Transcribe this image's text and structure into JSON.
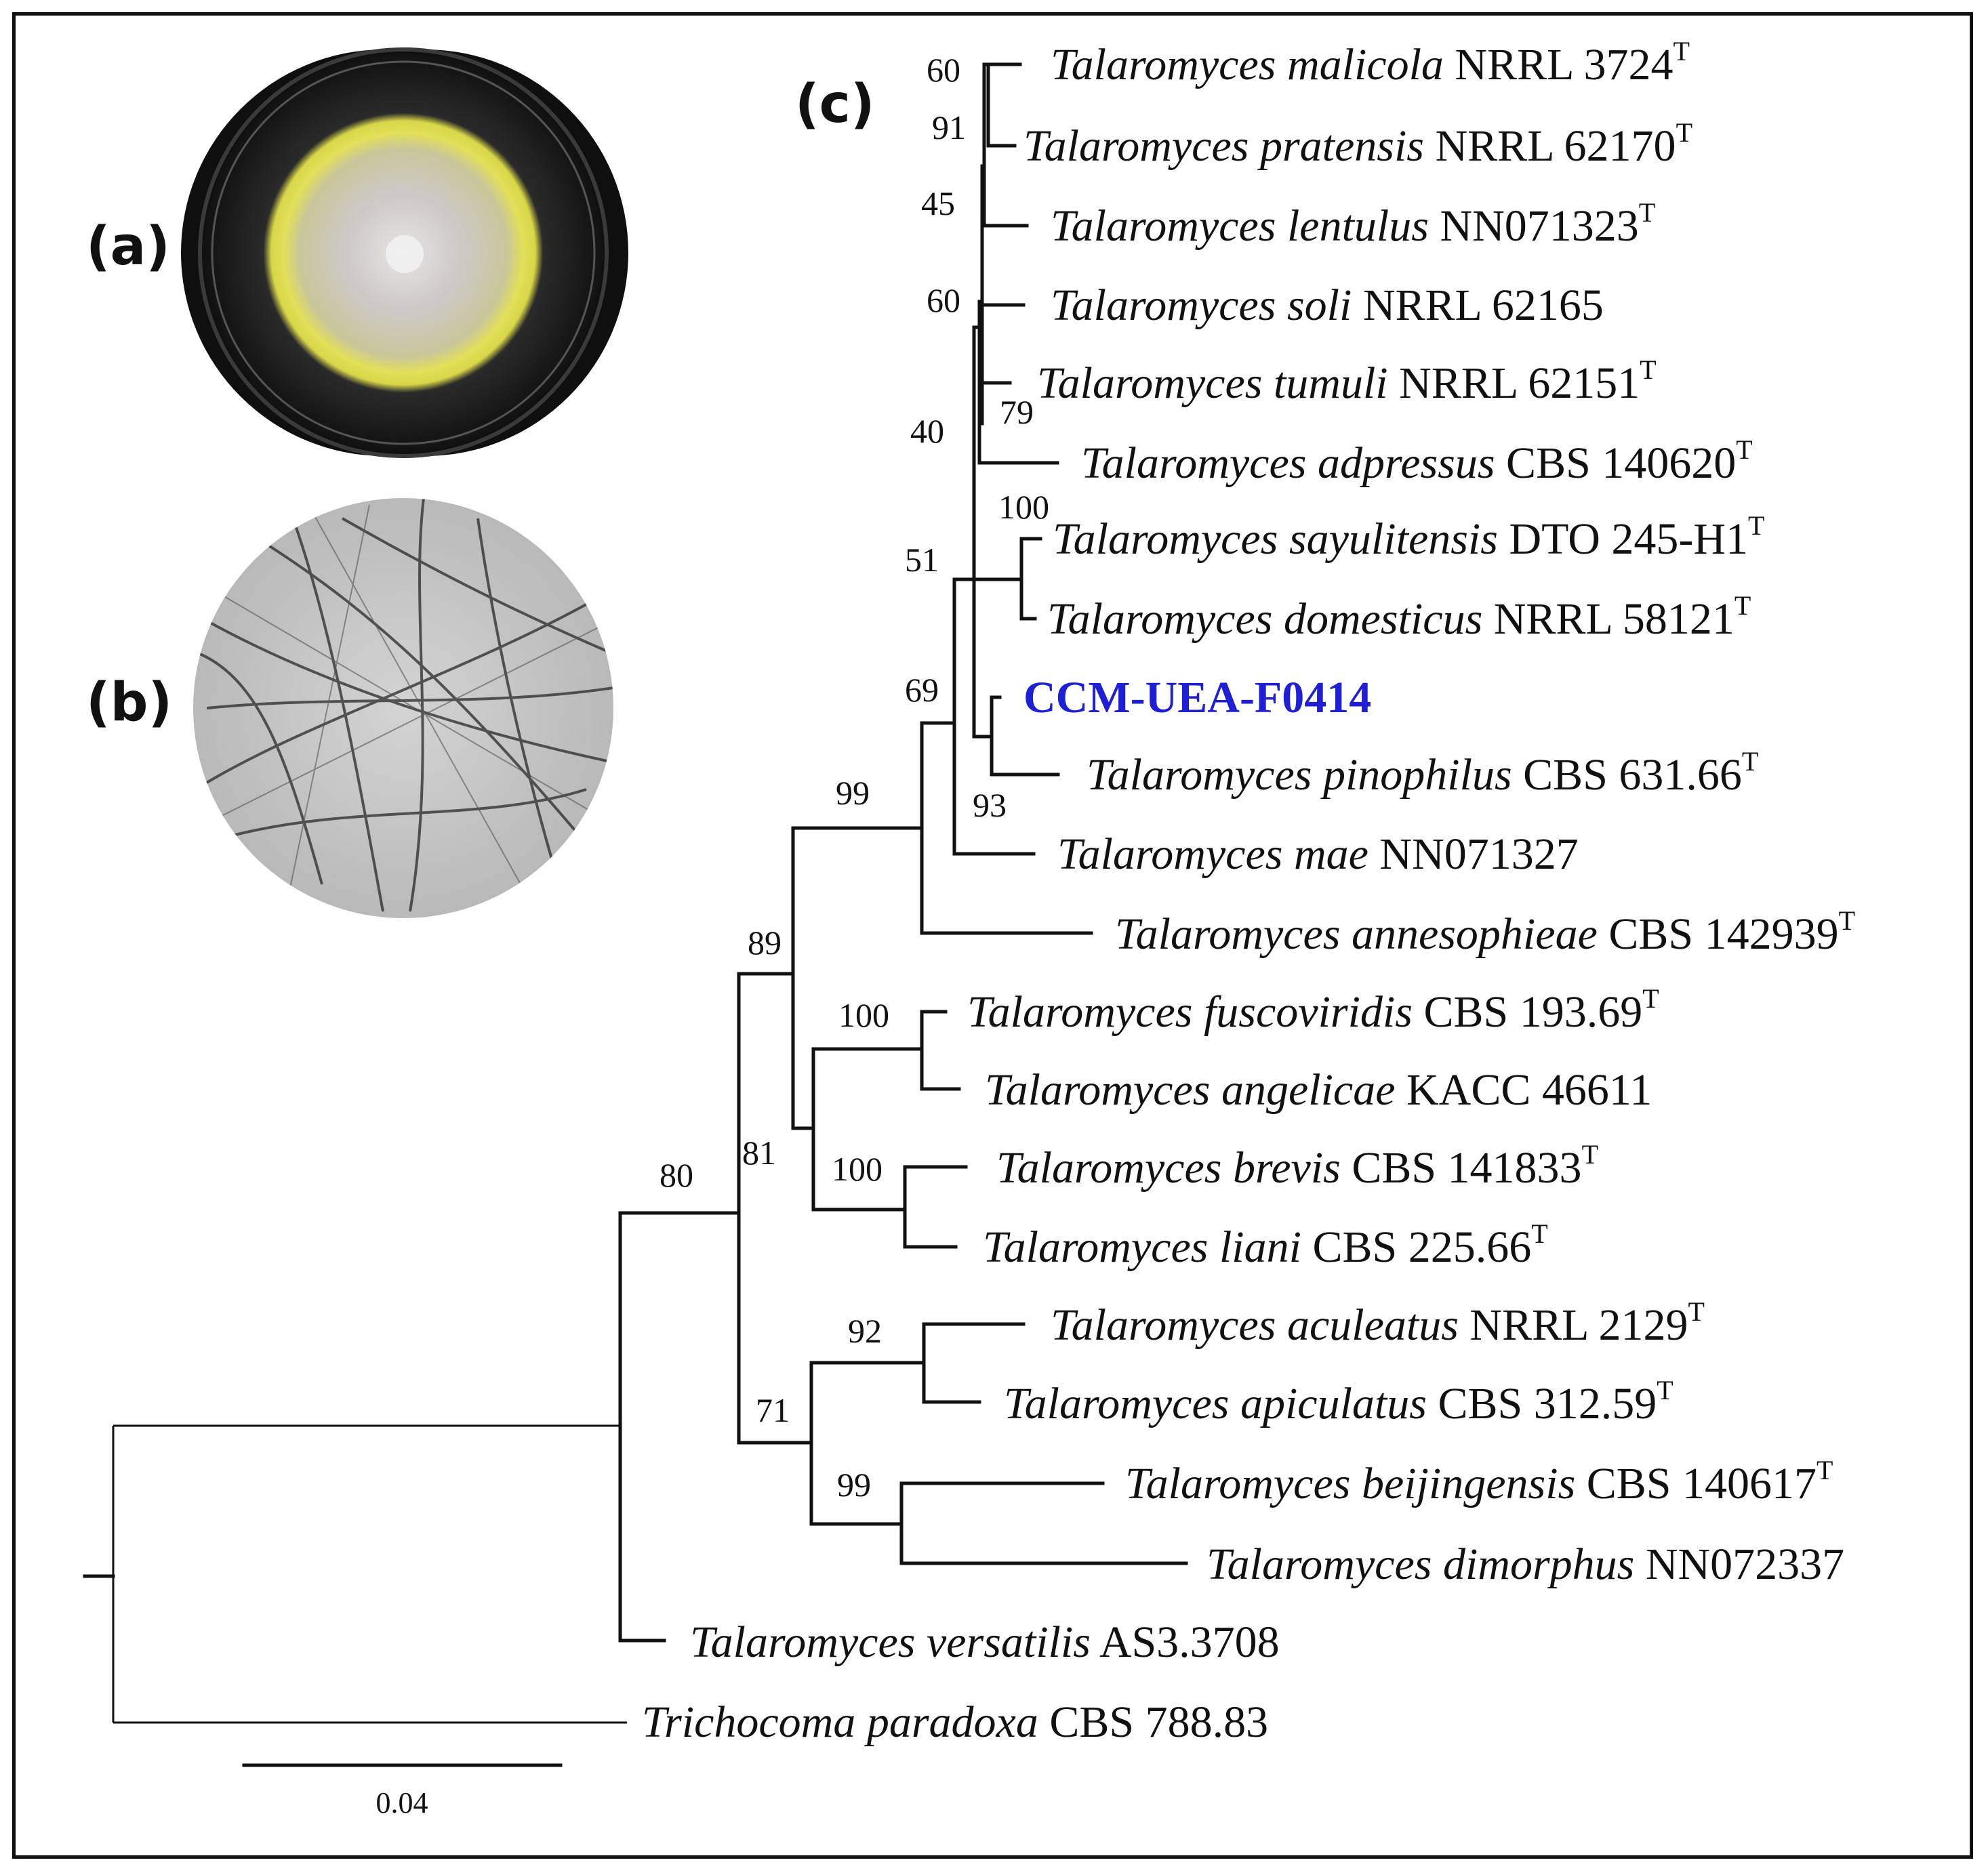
{
  "panels": {
    "a": "(a)",
    "b": "(b)",
    "c": "(c)"
  },
  "scale_bar": {
    "label": "0.04"
  },
  "highlight_color": "#1f1fd6",
  "taxa": [
    {
      "genus": "Talaromyces",
      "species": "malicola",
      "strain": "NRRL 3724",
      "type": "T"
    },
    {
      "genus": "Talaromyces",
      "species": "pratensis",
      "strain": "NRRL 62170",
      "type": "T"
    },
    {
      "genus": "Talaromyces",
      "species": "lentulus",
      "strain": "NN071323",
      "type": "T"
    },
    {
      "genus": "Talaromyces",
      "species": "soli",
      "strain": "NRRL 62165",
      "type": ""
    },
    {
      "genus": "Talaromyces",
      "species": "tumuli",
      "strain": "NRRL 62151",
      "type": "T"
    },
    {
      "genus": "Talaromyces",
      "species": "adpressus",
      "strain": "CBS 140620",
      "type": "T"
    },
    {
      "genus": "Talaromyces",
      "species": "sayulitensis",
      "strain": "DTO 245-H1",
      "type": "T"
    },
    {
      "genus": "Talaromyces",
      "species": "domesticus",
      "strain": "NRRL 58121",
      "type": "T"
    },
    {
      "genus": "",
      "species": "",
      "strain": "CCM-UEA-F0414",
      "type": ""
    },
    {
      "genus": "Talaromyces",
      "species": "pinophilus",
      "strain": "CBS 631.66",
      "type": "T"
    },
    {
      "genus": "Talaromyces",
      "species": "mae",
      "strain": "NN071327",
      "type": ""
    },
    {
      "genus": "Talaromyces",
      "species": "annesophieae",
      "strain": "CBS 142939",
      "type": "T"
    },
    {
      "genus": "Talaromyces",
      "species": "fuscoviridis",
      "strain": "CBS 193.69",
      "type": "T"
    },
    {
      "genus": "Talaromyces",
      "species": "angelicae",
      "strain": "KACC 46611",
      "type": ""
    },
    {
      "genus": "Talaromyces",
      "species": "brevis",
      "strain": "CBS 141833",
      "type": "T"
    },
    {
      "genus": "Talaromyces",
      "species": "liani",
      "strain": "CBS 225.66",
      "type": "T"
    },
    {
      "genus": "Talaromyces",
      "species": "aculeatus",
      "strain": "NRRL 2129",
      "type": "T"
    },
    {
      "genus": "Talaromyces",
      "species": "apiculatus",
      "strain": "CBS 312.59",
      "type": "T"
    },
    {
      "genus": "Talaromyces",
      "species": "beijingensis",
      "strain": "CBS 140617",
      "type": "T"
    },
    {
      "genus": "Talaromyces",
      "species": "dimorphus",
      "strain": "NN072337",
      "type": ""
    },
    {
      "genus": "Talaromyces",
      "species": "versatilis",
      "strain": "AS3.3708",
      "type": ""
    },
    {
      "genus": "Trichocoma",
      "species": "paradoxa",
      "strain": "CBS 788.83",
      "type": ""
    }
  ],
  "bootstrap": [
    "60",
    "91",
    "45",
    "60",
    "79",
    "40",
    "100",
    "51",
    "69",
    "93",
    "99",
    "89",
    "100",
    "81",
    "100",
    "80",
    "92",
    "71",
    "99"
  ]
}
